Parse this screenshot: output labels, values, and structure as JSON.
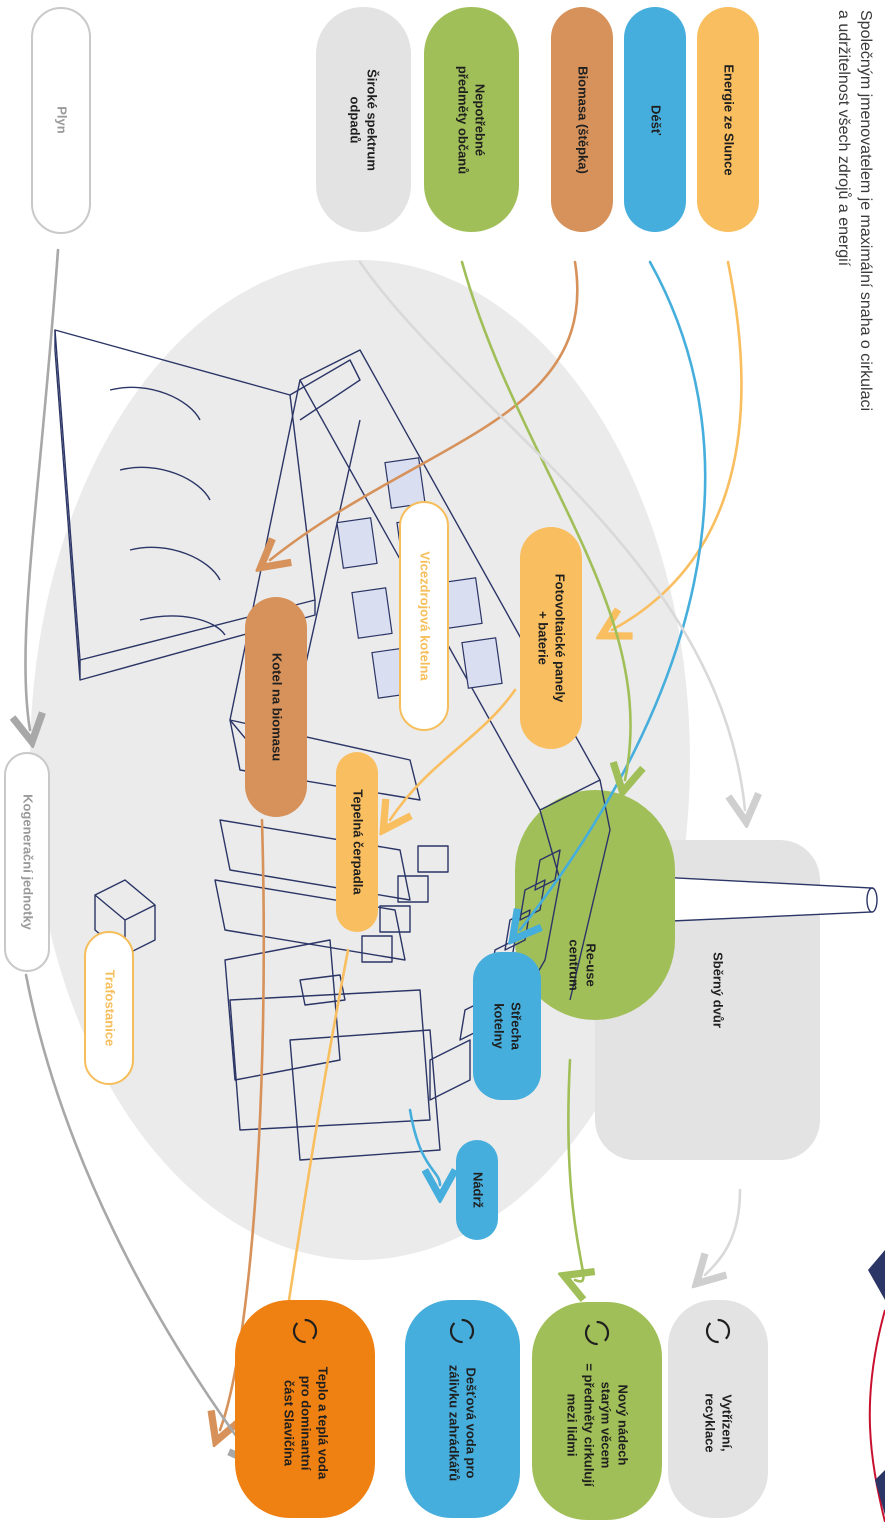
{
  "intro": {
    "line1": "Společným jmenovatelem je maximální snaha o cirkulaci",
    "line2": "a udržitelnost všech zdrojů a energií"
  },
  "sources": {
    "sun": "Energie ze Slunce",
    "rain": "Déšť",
    "biomass": "Biomasa (štěpka)",
    "items_l1": "Nepotřebné",
    "items_l2": "předměty občanů",
    "waste_l1": "Široké spektrum",
    "waste_l2": "odpadů",
    "gas": "Plyn"
  },
  "middle": {
    "pv_l1": "Fotovoltaické panely",
    "pv_l2": "+ baterie",
    "multi_boiler": "Vícezdrojová kotelna",
    "bio_boiler": "Kotel na biomasu",
    "heat_pumps": "Tepelná čerpadla",
    "reuse_l1": "Re-use",
    "reuse_l2": "centrum",
    "collection_yard": "Sběrný dvůr",
    "roof_l1": "Střecha",
    "roof_l2": "kotelny",
    "tank": "Nádrž",
    "transformer": "Trafostanice",
    "cogeneration": "Kogenerační jednotky"
  },
  "outputs": {
    "recycling_l1": "Vytřízení,",
    "recycling_l2": "recyklace",
    "reuse_l1": "Nový nádech",
    "reuse_l2": "starým věcem",
    "reuse_l3": "= předměty cirkulují",
    "reuse_l4": "mezi lidmi",
    "rainwater_l1": "Dešťová voda pro",
    "rainwater_l2": "zálivku zahrádkářů",
    "heat_l1": "Teplo a teplá voda",
    "heat_l2": "pro dominantní",
    "heat_l3": "část Slavičína"
  },
  "colors": {
    "sun": "#f9be5f",
    "rain": "#46aedc",
    "biomass": "#d6925a",
    "items": "#a1bf58",
    "waste": "#e3e3e3",
    "gas_outline": "#c9c9c9",
    "heat": "#ef8012",
    "navy": "#2b3566"
  }
}
